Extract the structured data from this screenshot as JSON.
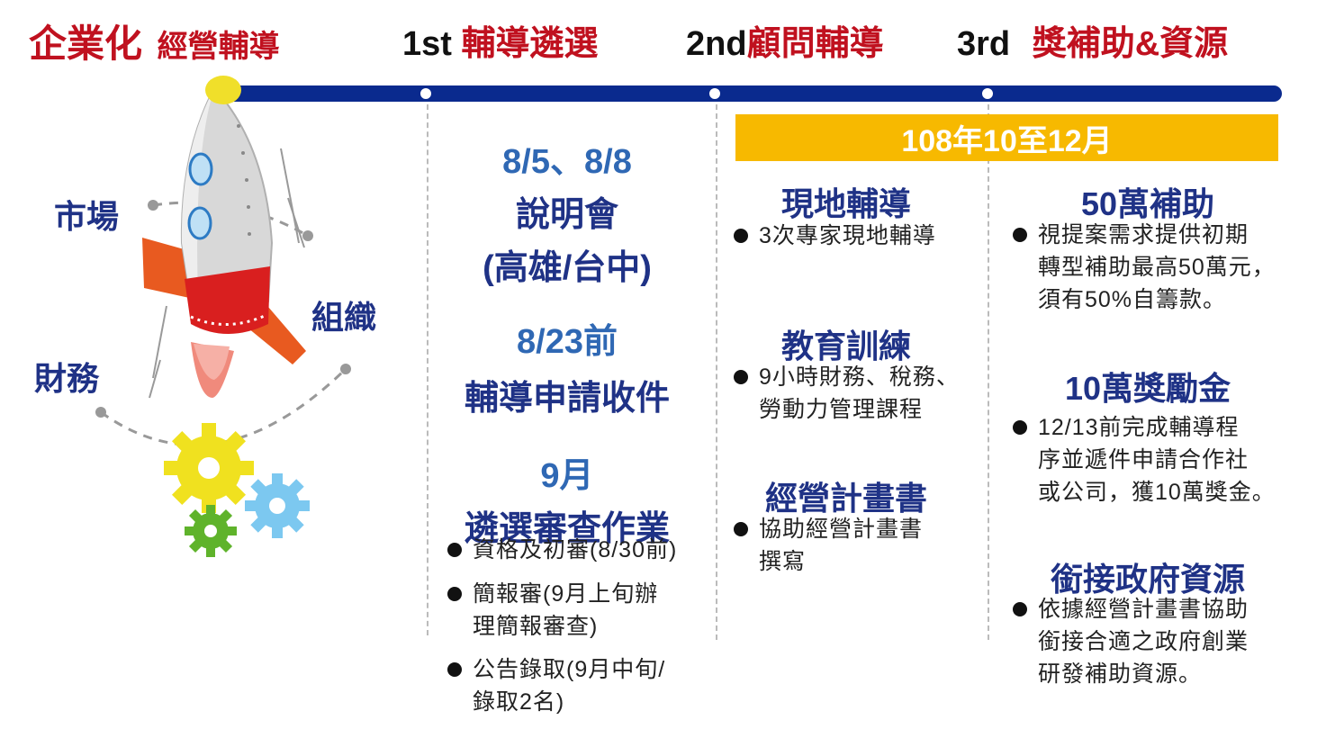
{
  "header": {
    "phase0": {
      "a": "企業化",
      "b": "經營輔導"
    },
    "phase1": {
      "num": "1st",
      "name": "輔導遴選"
    },
    "phase2": {
      "num": "2nd",
      "name": "顧問輔導"
    },
    "phase3": {
      "num": "3rd",
      "name": "獎補助&資源"
    }
  },
  "period": "108年10至12月",
  "rocket_labels": {
    "market": "市場",
    "org": "組織",
    "finance": "財務"
  },
  "col1": {
    "s1": {
      "date": "8/5、8/8",
      "line1": "說明會",
      "line2": "(高雄/台中)"
    },
    "s2": {
      "date": "8/23前",
      "line1": "輔導申請收件"
    },
    "s3": {
      "date": "9月",
      "line1": "遴選審查作業",
      "items": [
        "資格及初審(8/30前)",
        "簡報審(9月上旬辦\n理簡報審查)",
        "公告錄取(9月中旬/\n錄取2名)"
      ]
    }
  },
  "col2": {
    "s1": {
      "title": "現地輔導",
      "item": "3次專家現地輔導"
    },
    "s2": {
      "title": "教育訓練",
      "item": "9小時財務、稅務、\n勞動力管理課程"
    },
    "s3": {
      "title": "經營計畫書",
      "item": "協助經營計畫書\n撰寫"
    }
  },
  "col3": {
    "s1": {
      "title": "50萬補助",
      "item": "視提案需求提供初期\n轉型補助最高50萬元，\n須有50%自籌款。"
    },
    "s2": {
      "title": "10萬獎勵金",
      "item": "12/13前完成輔導程\n序並遞件申請合作社\n或公司，獲10萬獎金。"
    },
    "s3": {
      "title": "銜接政府資源",
      "item": "依據經營計畫書協助\n銜接合適之政府創業\n研發補助資源。"
    }
  },
  "colors": {
    "red": "#c0111f",
    "navy": "#1f3286",
    "blue": "#2f68b4",
    "bar": "#0a2a8e",
    "period": "#f7b900"
  }
}
